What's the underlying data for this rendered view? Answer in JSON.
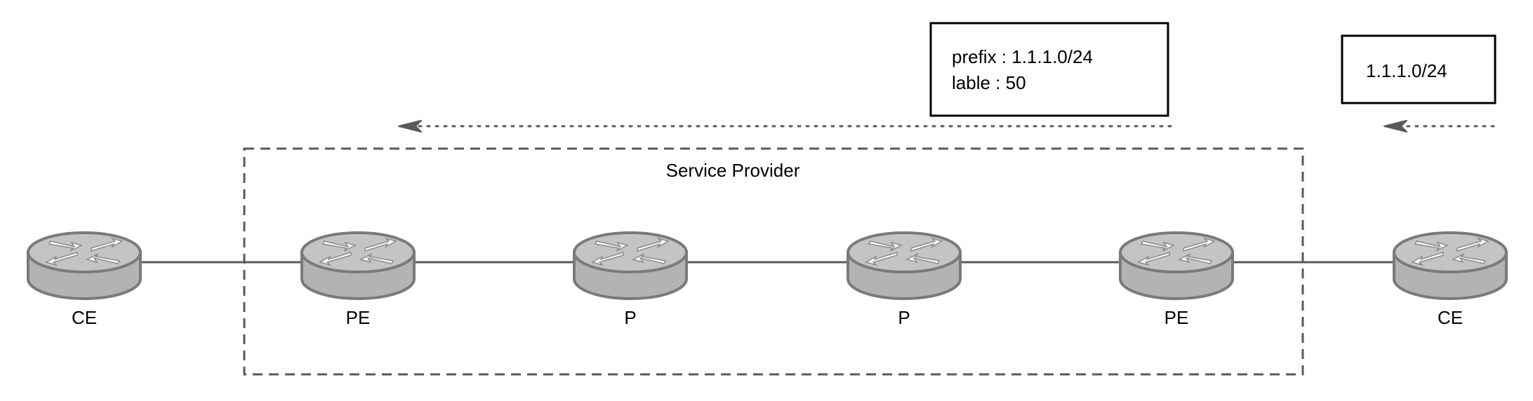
{
  "diagram": {
    "title": "Service Provider",
    "nodes": [
      {
        "label": "CE",
        "icon": "router-icon"
      },
      {
        "label": "PE",
        "icon": "router-icon"
      },
      {
        "label": "P",
        "icon": "router-icon"
      },
      {
        "label": "P",
        "icon": "router-icon"
      },
      {
        "label": "PE",
        "icon": "router-icon"
      },
      {
        "label": "CE",
        "icon": "router-icon"
      }
    ],
    "advertisements": [
      {
        "lines": [
          "prefix : 1.1.1.0/24",
          "lable : 50"
        ]
      },
      {
        "lines": [
          "1.1.1.0/24"
        ]
      }
    ]
  },
  "colors": {
    "router_fill": "#bdbdbd",
    "router_stroke": "#7a7a7a",
    "link": "#595959",
    "dashed_border": "#595959",
    "arrow": "#595959"
  }
}
